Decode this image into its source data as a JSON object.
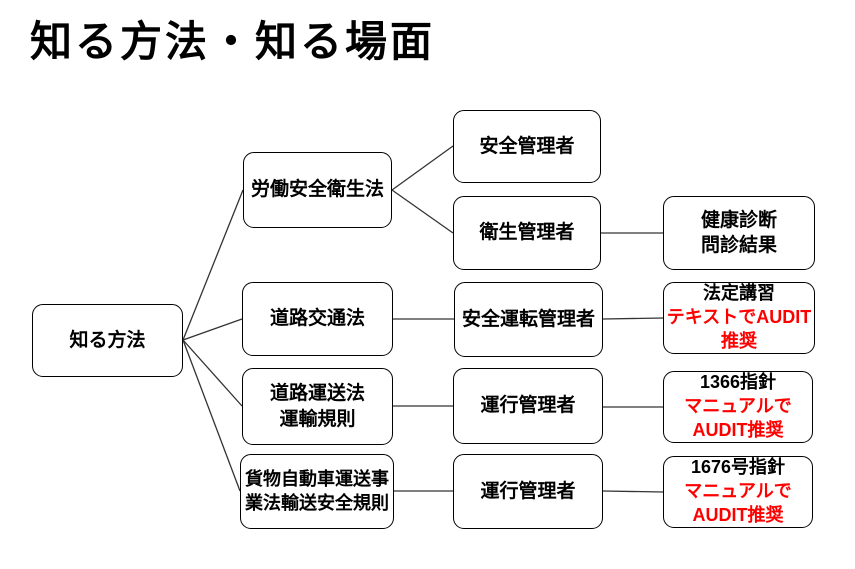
{
  "page": {
    "title": "知る方法・知る場面",
    "background": "#ffffff"
  },
  "colors": {
    "text": "#000000",
    "emphasis": "#ff0000",
    "box_border": "#000000",
    "connector": "#333333"
  },
  "diagram": {
    "type": "tree",
    "nodes": {
      "root": {
        "lines": [
          "知る方法"
        ]
      },
      "law_rodo_anzen": {
        "lines": [
          "労働安全衛生法"
        ]
      },
      "mgr_anzen": {
        "lines": [
          "安全管理者"
        ]
      },
      "mgr_eisei": {
        "lines": [
          "衛生管理者"
        ]
      },
      "result_kenko": {
        "lines": [
          "健康診断",
          "問診結果"
        ]
      },
      "law_doro_kotsu": {
        "lines": [
          "道路交通法"
        ]
      },
      "mgr_anzen_unten": {
        "lines": [
          "安全運転管理者"
        ]
      },
      "result_hotei": {
        "lines": [
          "法定講習",
          "テキストでAUDIT",
          "推奨"
        ],
        "emphasis_lines": [
          1,
          2
        ]
      },
      "law_doro_unso": {
        "lines": [
          "道路運送法",
          "運輸規則"
        ]
      },
      "mgr_unko_1": {
        "lines": [
          "運行管理者"
        ]
      },
      "result_1366": {
        "lines": [
          "1366指針",
          "マニュアルで",
          "AUDIT推奨"
        ],
        "emphasis_lines": [
          1,
          2
        ]
      },
      "law_kamotsu": {
        "lines": [
          "貨物自動車運送事",
          "業法輸送安全規則"
        ]
      },
      "mgr_unko_2": {
        "lines": [
          "運行管理者"
        ]
      },
      "result_1676": {
        "lines": [
          "1676号指針",
          "マニュアルで",
          "AUDIT推奨"
        ],
        "emphasis_lines": [
          1,
          2
        ]
      }
    },
    "edges": [
      [
        "root",
        "law_rodo_anzen"
      ],
      [
        "root",
        "law_doro_kotsu"
      ],
      [
        "root",
        "law_doro_unso"
      ],
      [
        "root",
        "law_kamotsu"
      ],
      [
        "law_rodo_anzen",
        "mgr_anzen"
      ],
      [
        "law_rodo_anzen",
        "mgr_eisei"
      ],
      [
        "mgr_eisei",
        "result_kenko"
      ],
      [
        "law_doro_kotsu",
        "mgr_anzen_unten"
      ],
      [
        "mgr_anzen_unten",
        "result_hotei"
      ],
      [
        "law_doro_unso",
        "mgr_unko_1"
      ],
      [
        "mgr_unko_1",
        "result_1366"
      ],
      [
        "law_kamotsu",
        "mgr_unko_2"
      ],
      [
        "mgr_unko_2",
        "result_1676"
      ]
    ]
  }
}
